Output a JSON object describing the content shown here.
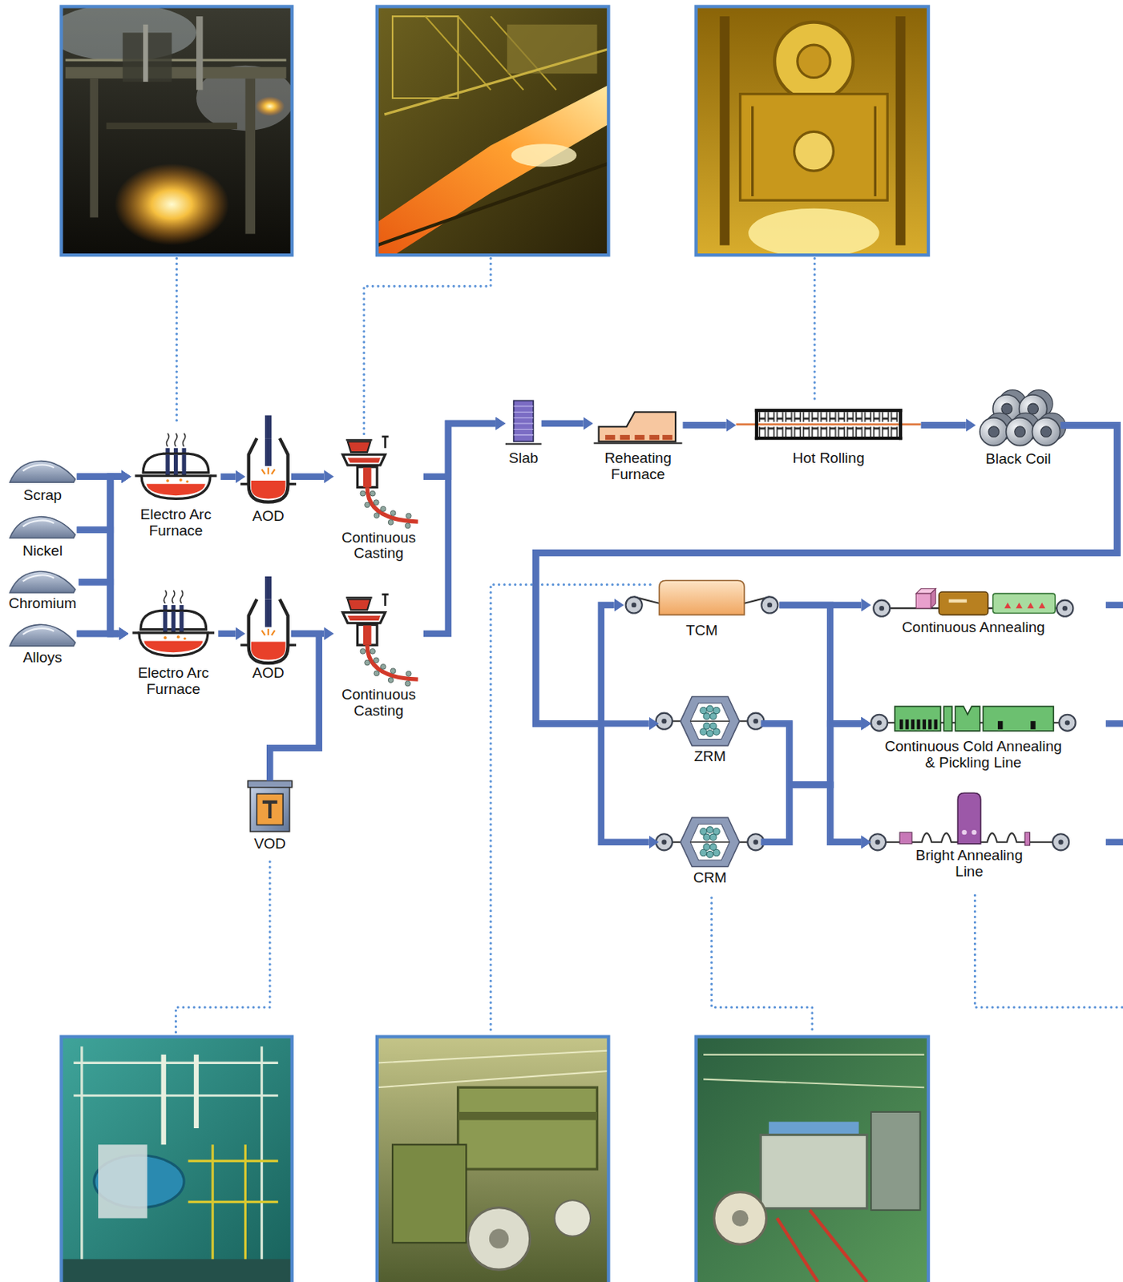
{
  "diagram": {
    "nodes": [
      {
        "text": [
          "Scrap"
        ]
      },
      {
        "text": [
          "Nickel"
        ]
      },
      {
        "text": [
          "Chromium"
        ]
      },
      {
        "text": [
          "Alloys"
        ]
      },
      {
        "text": [
          "Electro Arc Furnace"
        ]
      },
      {
        "text": [
          "AOD"
        ]
      },
      {
        "text": [
          "Continuous Casting"
        ]
      },
      {
        "text": [
          "Electro Arc Furnace"
        ]
      },
      {
        "text": [
          "AOD"
        ]
      },
      {
        "text": [
          "Continuous Casting"
        ]
      },
      {
        "text": [
          "VOD"
        ]
      },
      {
        "text": [
          "Slab"
        ]
      },
      {
        "text": [
          "Reheating Furnace"
        ]
      },
      {
        "text": [
          "Hot Rolling"
        ]
      },
      {
        "text": [
          "Black Coil"
        ]
      },
      {
        "text": [
          "TCM"
        ]
      },
      {
        "text": [
          "ZRM"
        ]
      },
      {
        "text": [
          "CRM"
        ]
      },
      {
        "text": [
          "Continuous Annealing"
        ]
      },
      {
        "text": [
          "Continuous Cold Annealing & Pickling Line"
        ]
      },
      {
        "text": [
          "Bright Annealing Line"
        ]
      }
    ],
    "edges": [
      {
        "from": 0,
        "to": 4,
        "arrow": "to"
      },
      {
        "from": 1,
        "to": 4,
        "arrow": "to"
      },
      {
        "from": 2,
        "to": 4,
        "arrow": "to"
      },
      {
        "from": 3,
        "to": 4,
        "arrow": "to"
      },
      {
        "from": 0,
        "to": 7,
        "arrow": "to"
      },
      {
        "from": 1,
        "to": 7,
        "arrow": "to"
      },
      {
        "from": 2,
        "to": 7,
        "arrow": "to"
      },
      {
        "from": 3,
        "to": 7,
        "arrow": "to"
      },
      {
        "from": 4,
        "to": 5,
        "arrow": "to"
      },
      {
        "from": 5,
        "to": 6,
        "arrow": "to"
      },
      {
        "from": 7,
        "to": 8,
        "arrow": "to"
      },
      {
        "from": 8,
        "to": 9,
        "arrow": "to"
      },
      {
        "from": 8,
        "to": 10,
        "arrow": "none"
      },
      {
        "from": 6,
        "to": 11,
        "arrow": "to"
      },
      {
        "from": 9,
        "to": 11,
        "arrow": "to"
      },
      {
        "from": 11,
        "to": 12,
        "arrow": "to"
      },
      {
        "from": 12,
        "to": 13,
        "arrow": "to"
      },
      {
        "from": 13,
        "to": 14,
        "arrow": "to"
      },
      {
        "from": 14,
        "to": 15,
        "arrow": "to"
      },
      {
        "from": 14,
        "to": 16,
        "arrow": "to"
      },
      {
        "from": 14,
        "to": 17,
        "arrow": "to"
      },
      {
        "from": 15,
        "to": 18,
        "arrow": "to"
      },
      {
        "from": 15,
        "to": 19,
        "arrow": "to"
      },
      {
        "from": 16,
        "to": 19,
        "arrow": "to"
      },
      {
        "from": 16,
        "to": 20,
        "arrow": "to"
      },
      {
        "from": 17,
        "to": 19,
        "arrow": "to"
      },
      {
        "from": 17,
        "to": 20,
        "arrow": "to"
      }
    ]
  }
}
